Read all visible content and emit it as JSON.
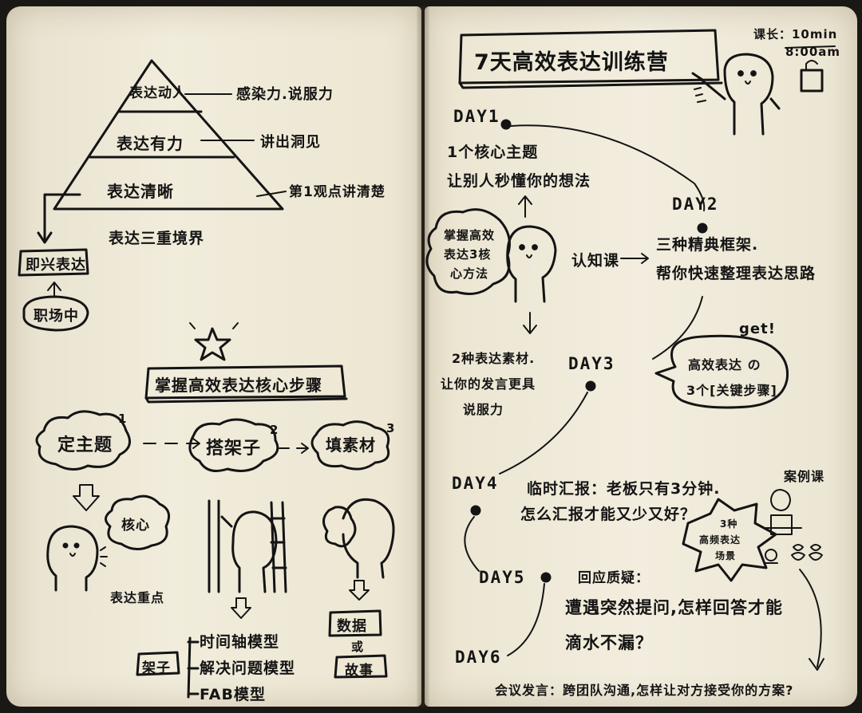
{
  "left": {
    "pyramid": {
      "top": "表达动人",
      "middle": "表达有力",
      "bottom": "表达清晰",
      "note_top": "感染力.说服力",
      "note_middle": "讲出洞见",
      "note_bottom": "第1观点讲清楚",
      "caption": "表达三重境界"
    },
    "impromptu_box": "即兴表达",
    "workplace": "职场中",
    "steps_title": "掌握高效表达核心步骤",
    "steps": [
      {
        "label": "定主题",
        "num": "1"
      },
      {
        "label": "搭架子",
        "num": "2"
      },
      {
        "label": "填素材",
        "num": "3"
      }
    ],
    "core_cloud": "核心",
    "focus_note": "表达重点",
    "framework_label": "架子",
    "models": [
      "时间轴模型",
      "解决问题模型",
      "FAB模型"
    ],
    "data_box": "数据",
    "or_text": "或",
    "story_box": "故事"
  },
  "right": {
    "title": "7天高效表达训练营",
    "duration": "课长：10min",
    "time": "8:00am",
    "days": [
      "DAY1",
      "DAY2",
      "DAY3",
      "DAY4",
      "DAY5",
      "DAY6"
    ],
    "day1_line1": "1个核心主题",
    "day1_line2": "让别人秒懂你的想法",
    "method_cloud": [
      "掌握高效",
      "表达3核",
      "心方法"
    ],
    "cognition": "认知课",
    "day2_line1": "三种精典框架.",
    "day2_line2": "帮你快速整理表达思路",
    "get": "get!",
    "key_bubble_1": "高效表达 の",
    "key_bubble_2": "3个[关键步骤]",
    "material_1": "2种表达素材.",
    "material_2": "让你的发言更具",
    "material_3": "说服力",
    "case_class": "案例课",
    "day4_line1": "临时汇报：老板只有3分钟.",
    "day4_line2": "怎么汇报才能又少又好？",
    "scene_bubble": [
      "3种",
      "高频表达",
      "场景"
    ],
    "respond": "回应质疑：",
    "day5_line1": "遭遇突然提问,怎样回答才能",
    "day5_line2": "滴水不漏？",
    "meeting": "会议发言：跨团队沟通,怎样让对方接受你的方案?"
  }
}
